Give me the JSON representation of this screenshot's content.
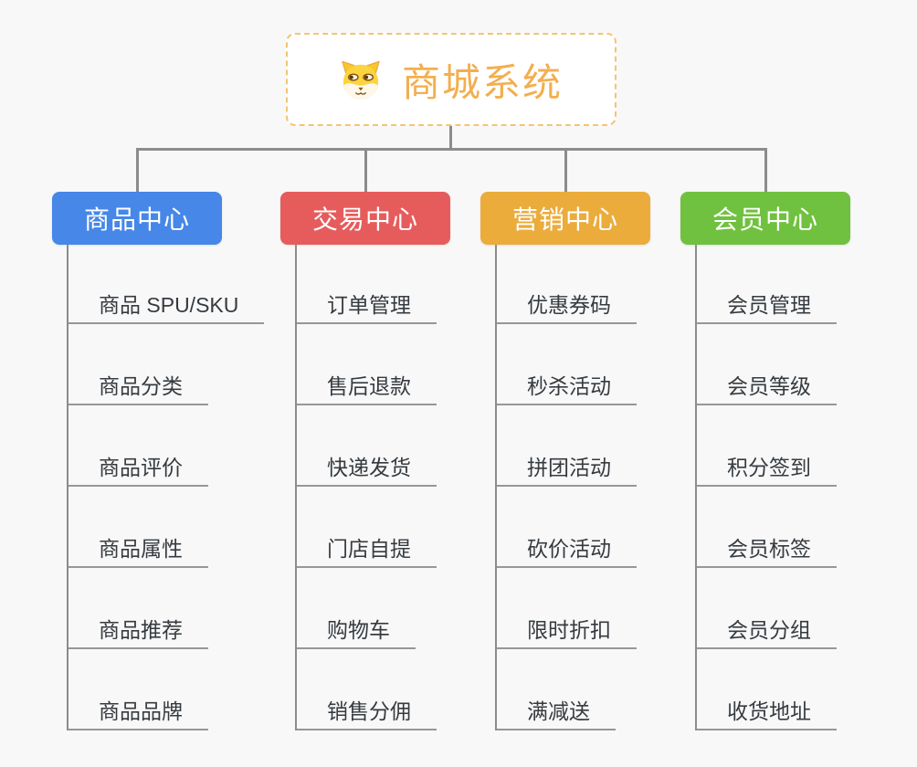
{
  "root": {
    "title": "商城系统",
    "icon": "dog-face-icon"
  },
  "branches": [
    {
      "id": "product-center",
      "label": "商品中心",
      "color": "#4687E8",
      "children": [
        "商品 SPU/SKU",
        "商品分类",
        "商品评价",
        "商品属性",
        "商品推荐",
        "商品品牌"
      ]
    },
    {
      "id": "trade-center",
      "label": "交易中心",
      "color": "#E65C5C",
      "children": [
        "订单管理",
        "售后退款",
        "快递发货",
        "门店自提",
        "购物车",
        "销售分佣"
      ]
    },
    {
      "id": "marketing-center",
      "label": "营销中心",
      "color": "#EBAC3C",
      "children": [
        "优惠券码",
        "秒杀活动",
        "拼团活动",
        "砍价活动",
        "限时折扣",
        "满减送"
      ]
    },
    {
      "id": "member-center",
      "label": "会员中心",
      "color": "#70C13F",
      "children": [
        "会员管理",
        "会员等级",
        "积分签到",
        "会员标签",
        "会员分组",
        "收货地址"
      ]
    }
  ],
  "theme": {
    "background": "#F8F8F8",
    "connector_color": "#8C8C8C",
    "leaf_line_color": "#979797",
    "leaf_text_color": "#363B40",
    "root_border_color": "#F3C572",
    "root_text_color": "#F2AF4F",
    "header_text_color": "#FFFFFF"
  }
}
